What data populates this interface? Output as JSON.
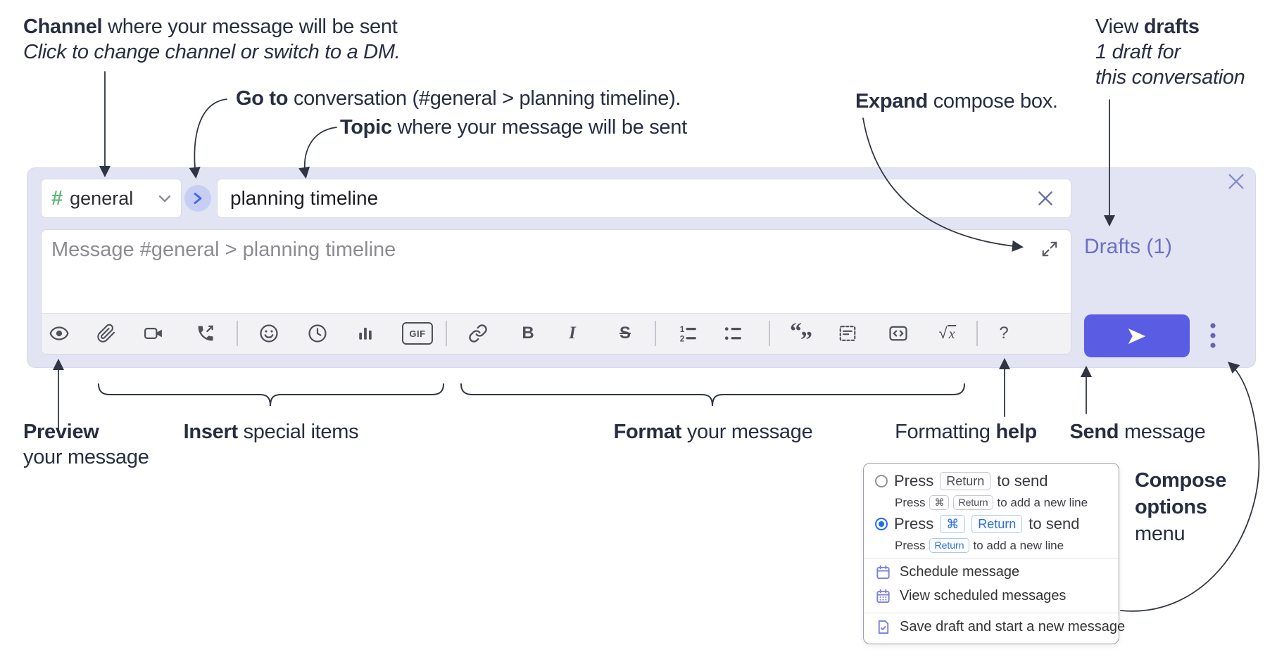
{
  "notes": {
    "channel": {
      "b": "Channel",
      "r": " where your message will be sent",
      "i": "Click to change channel or switch to a DM."
    },
    "goto": {
      "b": "Go to",
      "r": " conversation (#general > planning timeline)."
    },
    "topic": {
      "b": "Topic",
      "r": " where your message will be sent"
    },
    "expand": {
      "b": "Expand",
      "r": " compose box."
    },
    "drafts": {
      "r1a": "View ",
      "r1b": "drafts",
      "r2": "1 draft for",
      "r3": "this conversation"
    },
    "preview": {
      "b": "Preview",
      "r2": "your message"
    },
    "insert": {
      "b": "Insert",
      "r": " special items"
    },
    "format": {
      "b": "Format",
      "r": " your message"
    },
    "help": {
      "r": "Formatting ",
      "b": "help"
    },
    "send": {
      "b": "Send",
      "r": " message"
    },
    "compose_options": {
      "l1": "Compose",
      "l2": "options",
      "l3": "menu"
    }
  },
  "composebox": {
    "channel_hash": "#",
    "channel_name": "general",
    "topic_value": "planning timeline",
    "message_placeholder": "Message #general > planning timeline",
    "drafts_link": "Drafts (1)",
    "toolbar_labels": {
      "gif": "GIF",
      "bold": "B",
      "italic": "I",
      "strike": "S",
      "num1": "1",
      "num2": "2",
      "quote_open": "“",
      "quote_close": "”",
      "sqrt": "√",
      "math_x": "x",
      "help": "?"
    }
  },
  "menu": {
    "opt1": {
      "press": "Press",
      "kbd": "Return",
      "tail": "to send"
    },
    "opt1sub": {
      "press": "Press",
      "kbd1": "⌘",
      "kbd2": "Return",
      "tail": "to add a new line"
    },
    "opt2": {
      "press": "Press",
      "kbd1": "⌘",
      "kbd2": "Return",
      "tail": "to send"
    },
    "opt2sub": {
      "press": "Press",
      "kbd": "Return",
      "tail": "to add a new line"
    },
    "items": [
      {
        "label": "Schedule message"
      },
      {
        "label": "View scheduled messages"
      },
      {
        "label": "Save draft and start a new message"
      }
    ]
  },
  "colors": {
    "accent_send": "#5a5ce4",
    "panel_bg": "#e2e4f3",
    "drafts_link": "#6b70c4",
    "channel_hash_green": "#5fb87d",
    "kbd_blue": "#2b6fe3",
    "radio_selected_blue": "#1a6ef5",
    "menu_icon_indigo": "#7d81d8",
    "annotation_text": "#282e41"
  }
}
